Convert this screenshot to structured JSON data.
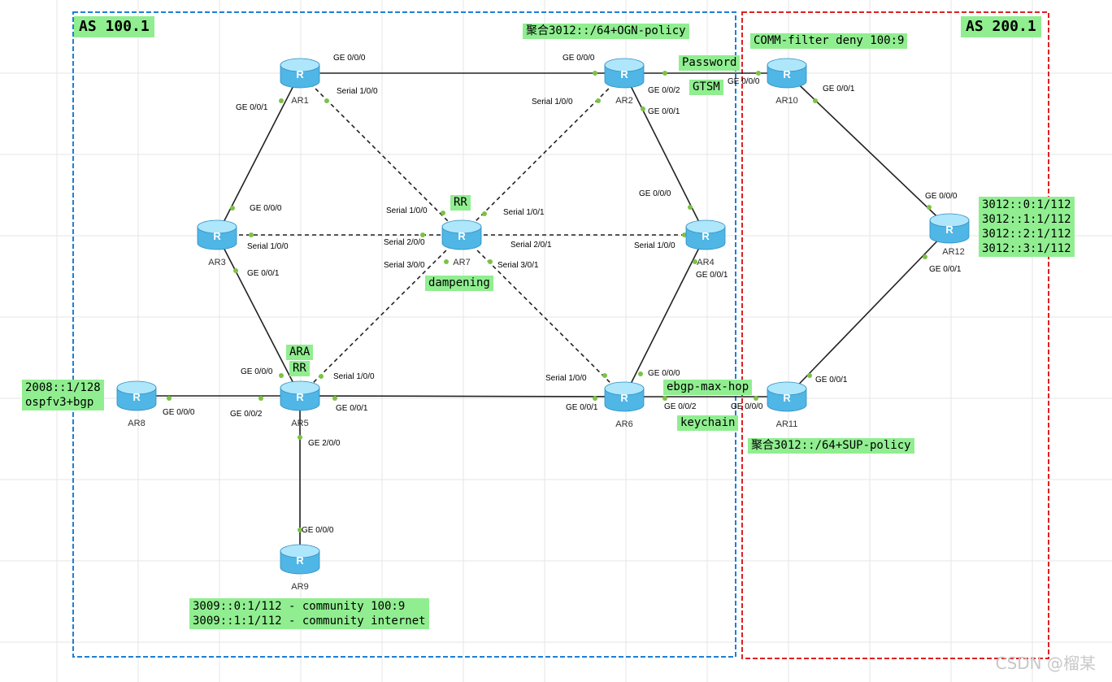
{
  "colors": {
    "as1_border": "#1e7fd6",
    "as2_border": "#e02020",
    "label_bg": "#90ee90",
    "link": "#222222",
    "port_dot": "#7cc243",
    "router_top": "#aee6fb",
    "router_side": "#4fb6e6"
  },
  "areas": {
    "as1": "AS 100.1",
    "as2": "AS 200.1"
  },
  "routers": {
    "ar1": {
      "name": "AR1"
    },
    "ar2": {
      "name": "AR2"
    },
    "ar3": {
      "name": "AR3"
    },
    "ar4": {
      "name": "AR4"
    },
    "ar5": {
      "name": "AR5"
    },
    "ar6": {
      "name": "AR6"
    },
    "ar7": {
      "name": "AR7"
    },
    "ar8": {
      "name": "AR8"
    },
    "ar9": {
      "name": "AR9"
    },
    "ar10": {
      "name": "AR10"
    },
    "ar11": {
      "name": "AR11"
    },
    "ar12": {
      "name": "AR12"
    }
  },
  "ports": {
    "ar1_g000": "GE 0/0/0",
    "ar1_g001": "GE 0/0/1",
    "ar1_s100": "Serial 1/0/0",
    "ar2_g000": "GE 0/0/0",
    "ar2_g002": "GE 0/0/2",
    "ar2_g001": "GE 0/0/1",
    "ar2_s100": "Serial 1/0/0",
    "ar10_g000": "GE 0/0/0",
    "ar10_g001": "GE 0/0/1",
    "ar3_g000": "GE 0/0/0",
    "ar3_g001": "GE 0/0/1",
    "ar3_s100": "Serial 1/0/0",
    "ar7_s100": "Serial 1/0/0",
    "ar7_s101": "Serial 1/0/1",
    "ar7_s200": "Serial 2/0/0",
    "ar7_s201": "Serial 2/0/1",
    "ar7_s300": "Serial 3/0/0",
    "ar7_s301": "Serial 3/0/1",
    "ar4_g000": "GE 0/0/0",
    "ar4_s100": "Serial 1/0/0",
    "ar4_g001": "GE 0/0/1",
    "ar12_g000": "GE 0/0/0",
    "ar12_g001": "GE 0/0/1",
    "ar5_g000": "GE 0/0/0",
    "ar5_s100": "Serial 1/0/0",
    "ar5_g002": "GE 0/0/2",
    "ar5_g001": "GE 0/0/1",
    "ar5_g200": "GE 2/0/0",
    "ar8_g000": "GE 0/0/0",
    "ar9_g000": "GE 0/0/0",
    "ar6_s100": "Serial 1/0/0",
    "ar6_g000": "GE 0/0/0",
    "ar6_g001": "GE 0/0/1",
    "ar6_g002": "GE 0/0/2",
    "ar11_g000": "GE 0/0/0",
    "ar11_g001": "GE 0/0/1"
  },
  "notes": {
    "ar2_aggregate": "聚合3012::/64+OGN-policy",
    "comm_filter": "COMM-filter deny 100:9",
    "password": "Password",
    "gtsm": "GTSM",
    "ar7_rr": "RR",
    "dampening": "dampening",
    "ara": "ARA",
    "ar5_rr": "RR",
    "ar8_route": "2008::1/128\nospfv3+bgp",
    "ar9_routes": "3009::0:1/112 - community 100:9\n3009::1:1/112 - community internet",
    "ar12_routes": "3012::0:1/112\n3012::1:1/112\n3012::2:1/112\n3012::3:1/112",
    "ebgp_max_hop": "ebgp-max-hop",
    "keychain": "keychain",
    "ar11_aggregate": "聚合3012::/64+SUP-policy"
  },
  "watermark": "CSDN @榴某"
}
